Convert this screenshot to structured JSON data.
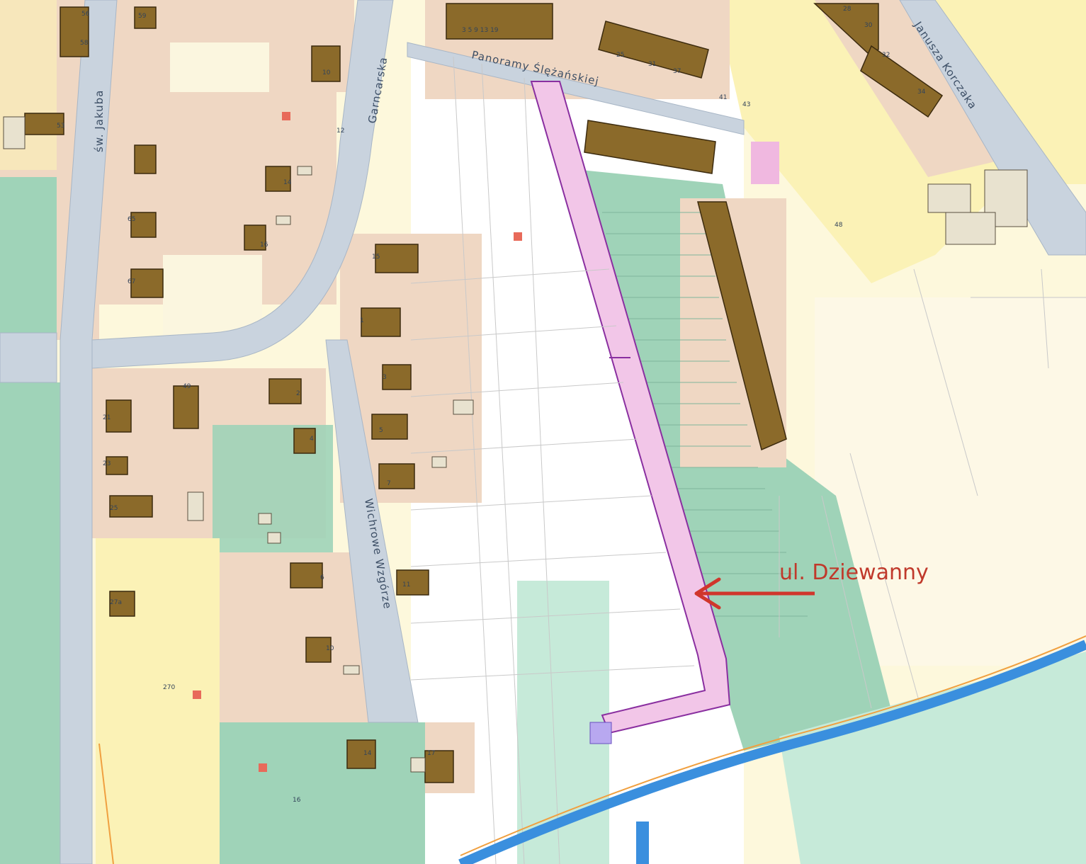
{
  "streets": {
    "jakuba": "św. Jakuba",
    "garncarska": "Garncarska",
    "panoramy": "Panoramy Ślężańskiej",
    "korczaka": "Janusza Korczaka",
    "wzgorze": "Wichrowe Wzgórze"
  },
  "annotation": {
    "label": "ul. Dziewanny"
  },
  "house_numbers": {
    "n56": "56",
    "n59": "59",
    "n58": "58",
    "n10": "10",
    "n53": "53",
    "n12": "12",
    "n14": "14",
    "n65": "65",
    "n16": "16",
    "n67": "67",
    "n15": "15",
    "n3_9_13_19": "3 5 9 13 19",
    "n25": "25",
    "n31": "31",
    "n37": "37",
    "n41": "41",
    "n43": "43",
    "n28": "28",
    "n30": "30",
    "n32": "32",
    "n34": "34",
    "n48": "48",
    "n2": "2",
    "n4": "4",
    "n21": "21",
    "n23": "23",
    "n25b": "25",
    "n6": "6",
    "n11": "11",
    "n10b": "10",
    "n270": "270",
    "n14b": "14",
    "n17": "17",
    "n16b": "16",
    "n27a": "27a",
    "n1": "1",
    "n3": "3",
    "n5": "5",
    "n7": "7",
    "n49": "49"
  },
  "colors": {
    "residential": "#efd7c3",
    "road": "#c9d3de",
    "green": "#9fd3b8",
    "yellow": "#fbf2b6",
    "building": "#8b6a2a",
    "highlight_road": "#f2c6e8",
    "highlight_border": "#8a2fa0",
    "water": "#3a8fde",
    "arrow": "#d0362c"
  }
}
